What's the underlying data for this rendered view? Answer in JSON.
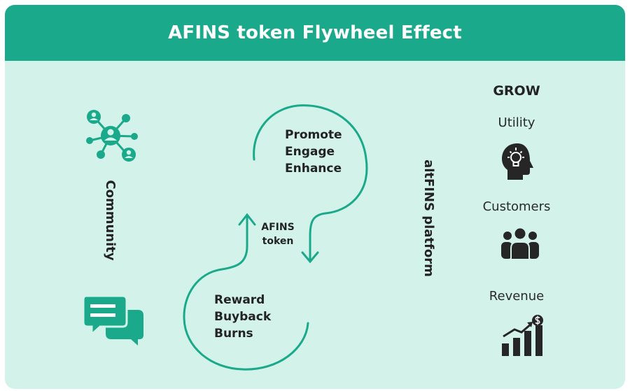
{
  "title": "AFINS token Flywheel Effect",
  "colors": {
    "header_bg": "#1aa98a",
    "panel_bg": "#d2f2ea",
    "accent": "#1aa98a",
    "icon_dark": "#262626"
  },
  "left": {
    "label": "Community",
    "icons": [
      "network-icon",
      "chat-bubbles-icon"
    ]
  },
  "flywheel": {
    "top_loop": [
      "Promote",
      "Engage",
      "Enhance"
    ],
    "center": [
      "AFINS",
      "token"
    ],
    "bottom_loop": [
      "Reward",
      "Buyback",
      "Burns"
    ]
  },
  "platform_label": "altFINS platform",
  "grow": {
    "title": "GROW",
    "items": [
      {
        "label": "Utility",
        "icon": "head-lightbulb-icon"
      },
      {
        "label": "Customers",
        "icon": "people-group-icon"
      },
      {
        "label": "Revenue",
        "icon": "growth-chart-icon"
      }
    ]
  }
}
